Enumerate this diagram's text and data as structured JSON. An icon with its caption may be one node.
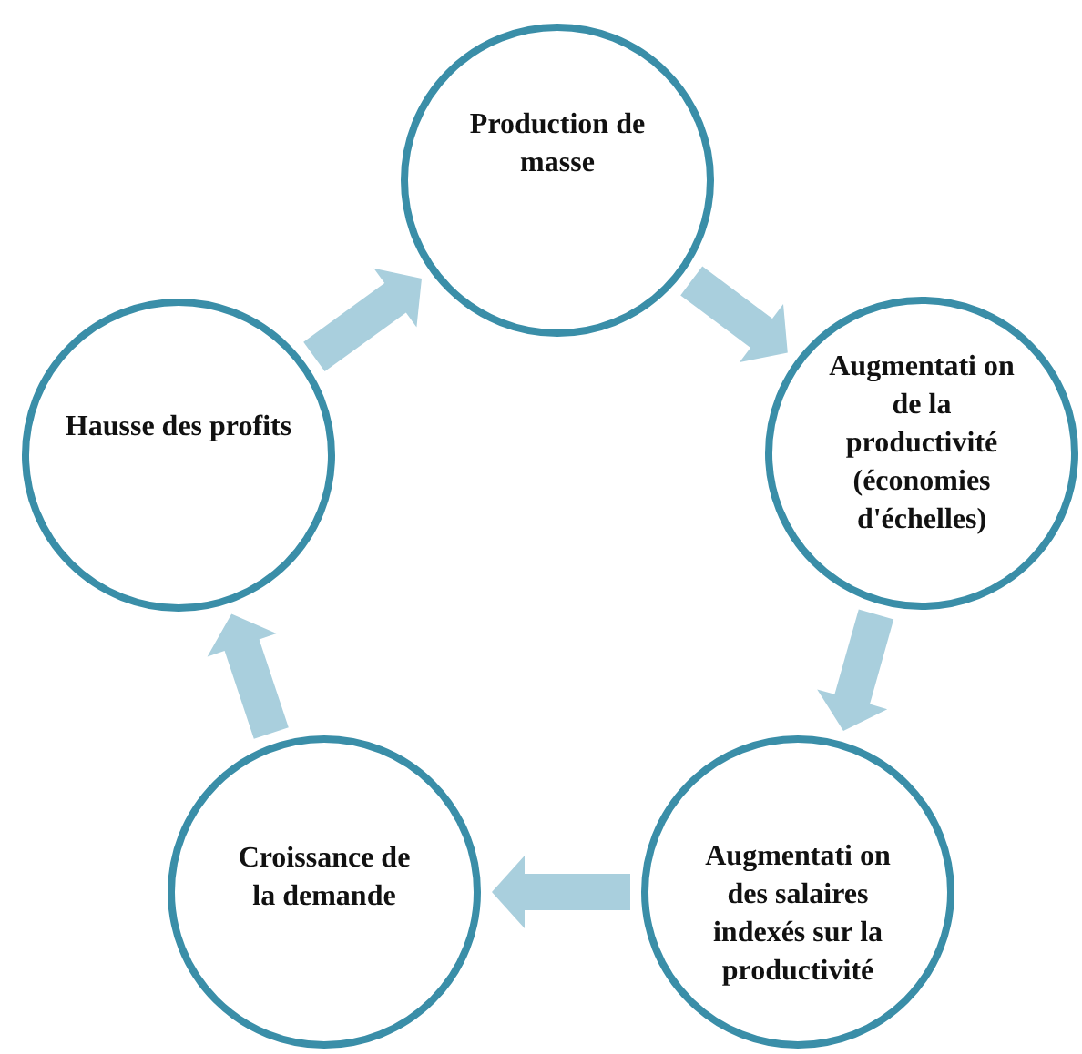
{
  "diagram": {
    "nodes": [
      {
        "text": [
          "Production de masse"
        ]
      },
      {
        "text": [
          "Augmentati on de la productivité (économies d'échelles)"
        ]
      },
      {
        "text": [
          "Augmentati on des salaires indexés sur la productivité"
        ]
      },
      {
        "text": [
          "Croissance de la demande"
        ]
      },
      {
        "text": [
          "Hausse des profits"
        ]
      }
    ],
    "edges": [
      {
        "from": 0,
        "to": 1,
        "arrow": "to"
      },
      {
        "from": 1,
        "to": 2,
        "arrow": "to"
      },
      {
        "from": 2,
        "to": 3,
        "arrow": "to"
      },
      {
        "from": 3,
        "to": 4,
        "arrow": "to"
      },
      {
        "from": 4,
        "to": 0,
        "arrow": "to"
      }
    ]
  }
}
